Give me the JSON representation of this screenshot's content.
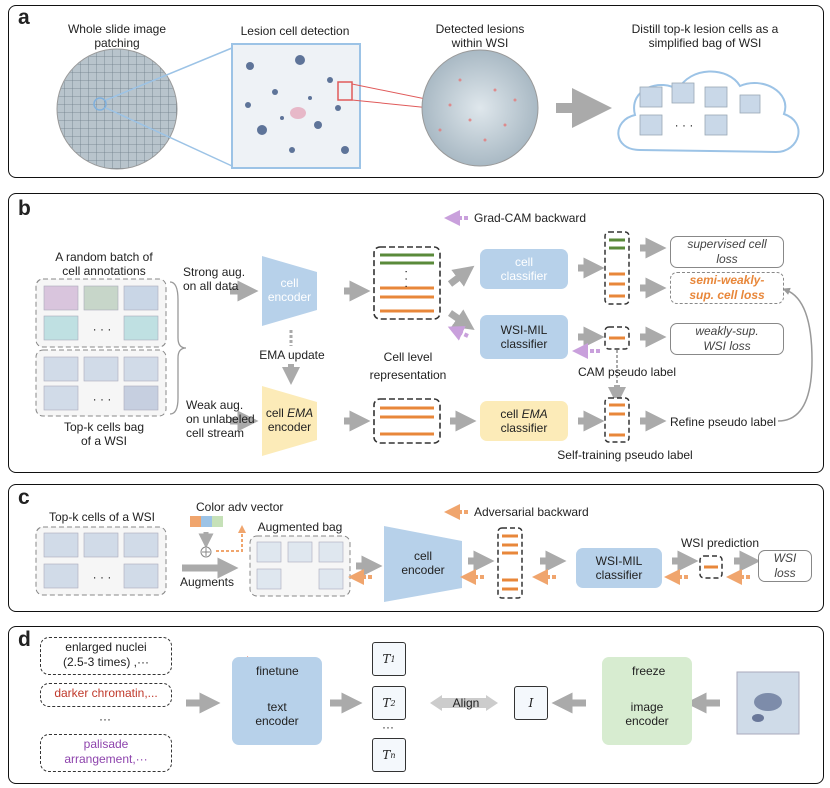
{
  "panel_a": {
    "label": "a",
    "step1": "Whole slide image\npatching",
    "step2": "Lesion cell detection",
    "step3": "Detected lesions\nwithin WSI",
    "step4": "Distill top-k lesion cells as a\nsimplified bag of WSI",
    "cloud_dots": "· · ·"
  },
  "panel_b": {
    "label": "b",
    "gradcam_legend": "Grad-CAM backward",
    "random_batch": "A random batch of\ncell annotations",
    "topk_bag": "Top-k cells bag\nof a WSI",
    "strong_aug": "Strong aug.\non all data",
    "weak_aug": "Weak aug.\non unlabeled\ncell stream",
    "cell_encoder": "cell\nencoder",
    "ema_encoder_prefix": "cell ",
    "ema_word": "EMA",
    "ema_encoder_suffix": "\nencoder",
    "ema_update": "EMA update",
    "cell_level": "Cell level\nrepresentation",
    "cell_classifier": "cell\nclassifier",
    "wsi_mil_classifier": "WSI-MIL\nclassifier",
    "ema_classifier_prefix": "cell ",
    "ema_classifier_word": "EMA",
    "ema_classifier_suffix": "\nclassifier",
    "supervised_loss": "supervised cell\nloss",
    "semi_loss": "semi-weakly-\nsup. cell loss",
    "weakly_loss": "weakly-sup.\nWSI loss",
    "cam_pseudo": "CAM pseudo label",
    "refine_pseudo": "Refine pseudo label",
    "self_training": "Self-training pseudo label",
    "dots": "· · ·",
    "colors": {
      "green": "#5a8a3a",
      "orange": "#e8873a",
      "pink": "#c9a0dc"
    }
  },
  "panel_c": {
    "label": "c",
    "topk_cells": "Top-k cells of a WSI",
    "color_adv": "Color adv vector",
    "augments": "Augments",
    "augmented_bag": "Augmented bag",
    "adv_backward": "Adversarial backward",
    "cell_encoder": "cell\nencoder",
    "wsi_mil": "WSI-MIL\nclassifier",
    "wsi_prediction": "WSI prediction",
    "wsi_loss": "WSI\nloss",
    "dots": "· · ·"
  },
  "panel_d": {
    "label": "d",
    "prompt1": "enlarged nuclei\n(2.5-3 times) ,···",
    "prompt2": "darker chromatin,...",
    "prompt3": "palisade\narrangement,···",
    "prompt_dots": "···",
    "finetune": "finetune",
    "text_encoder": "text\nencoder",
    "t1_main": "T",
    "t1_sub": "1",
    "t2_main": "T",
    "t2_sub": "2",
    "tn_main": "T",
    "tn_sub": "n",
    "t_dots": "···",
    "align": "Align",
    "image_token": "I",
    "freeze": "freeze",
    "image_encoder": "image\nencoder",
    "colors": {
      "red": "#c0392b",
      "purple": "#8e44ad"
    }
  }
}
